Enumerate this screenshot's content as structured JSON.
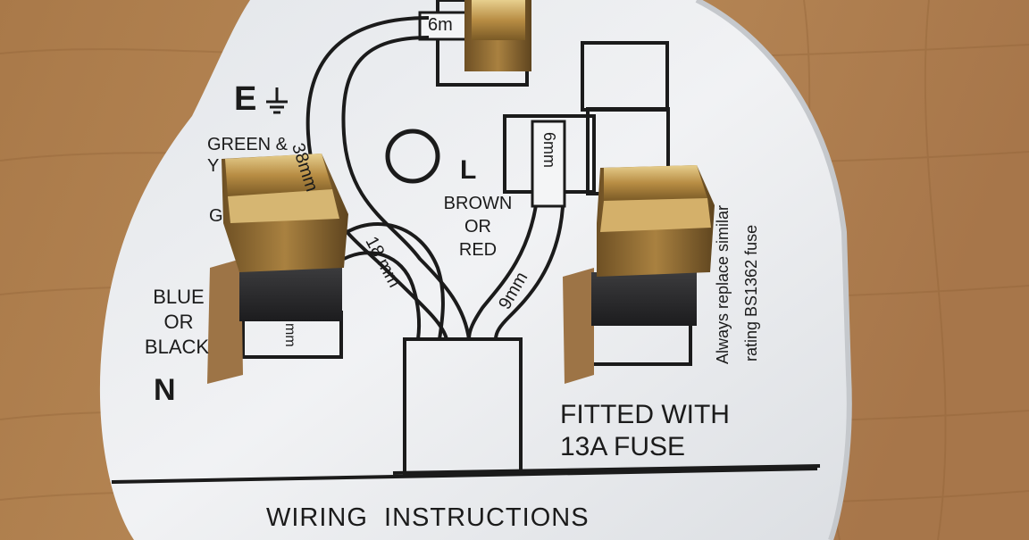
{
  "labels": {
    "earth_letter": "E",
    "earth_colour_line1": "GREEN &",
    "earth_colour_line2": "Y",
    "earth_colour_line3": "G",
    "live_letter": "L",
    "live_colour_line1": "BROWN",
    "live_colour_line2": "OR",
    "live_colour_line3": "RED",
    "neutral_colour_line1": "BLUE",
    "neutral_colour_line2": "OR",
    "neutral_colour_line3": "BLACK",
    "neutral_letter": "N",
    "earth_length": "38mm",
    "neutral_length": "18 mm",
    "live_length": "9mm",
    "strip_top": "6m",
    "strip_live": "6mm",
    "strip_neutral": "mm",
    "fuse_notice_line1": "FITTED WITH",
    "fuse_notice_line2": "13A FUSE",
    "fuse_replace_line1": "Always replace similar",
    "fuse_replace_line2": "rating BS1362 fuse",
    "title": "WIRING  INSTRUCTIONS"
  },
  "colors": {
    "wood": "#b0804e",
    "card": "#eceef0",
    "ink": "#1b1b1b",
    "brass": "#b98f45"
  },
  "icons": {
    "earth": "earth-ground-symbol"
  }
}
